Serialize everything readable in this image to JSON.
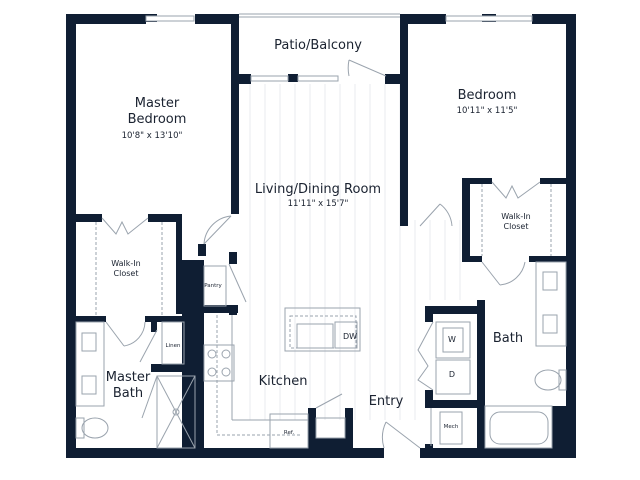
{
  "colors": {
    "wall": "#0f1e33",
    "floor_grid": "#e8ebef",
    "fixture_line": "#9aa3ad",
    "text": "#1a2230",
    "background": "#ffffff"
  },
  "rooms": {
    "master_bedroom": {
      "name_line1": "Master",
      "name_line2": "Bedroom",
      "dimensions": "10'8\" x 13'10\""
    },
    "patio": {
      "name": "Patio/Balcony"
    },
    "bedroom": {
      "name": "Bedroom",
      "dimensions": "10'11\" x 11'5\""
    },
    "living": {
      "name": "Living/Dining Room",
      "dimensions": "11'11\" x 15'7\""
    },
    "master_closet": {
      "name_line1": "Walk-In",
      "name_line2": "Closet"
    },
    "bedroom_closet": {
      "name_line1": "Walk-In",
      "name_line2": "Closet"
    },
    "pantry": {
      "name": "Pantry"
    },
    "linen": {
      "name": "Linen"
    },
    "master_bath": {
      "name_line1": "Master",
      "name_line2": "Bath"
    },
    "kitchen": {
      "name": "Kitchen"
    },
    "entry": {
      "name": "Entry"
    },
    "bath": {
      "name": "Bath"
    },
    "mech": {
      "name": "Mech"
    }
  },
  "fixtures": {
    "dishwasher": "DW",
    "washer": "W",
    "dryer": "D",
    "refrigerator": "Ref."
  }
}
